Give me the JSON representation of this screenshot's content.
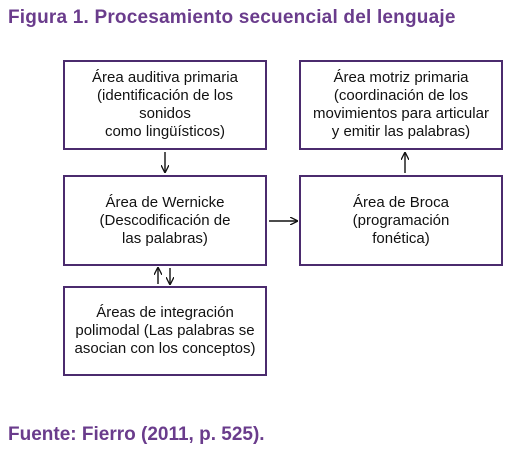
{
  "title": "Figura 1. Procesamiento secuencial del lenguaje",
  "source": "Fuente: Fierro (2011, p. 525).",
  "nodes": {
    "auditiva": "Área auditiva primaria\n(identificación de los sonidos\ncomo lingüísticos)",
    "wernicke": "Área de Wernicke\n(Descodificación de\nlas palabras)",
    "integracion": "Áreas de integración\npolimodal (Las palabras se\nasocian con los conceptos)",
    "motriz": "Área motriz primaria\n(coordinación de los\nmovimientos para articular\ny emitir las palabras)",
    "broca": "Área de Broca\n(programación\nfonética)"
  },
  "edges": [
    {
      "from": "auditiva",
      "to": "wernicke"
    },
    {
      "from": "wernicke",
      "to": "integracion"
    },
    {
      "from": "integracion",
      "to": "wernicke"
    },
    {
      "from": "wernicke",
      "to": "broca"
    },
    {
      "from": "broca",
      "to": "motriz"
    }
  ]
}
